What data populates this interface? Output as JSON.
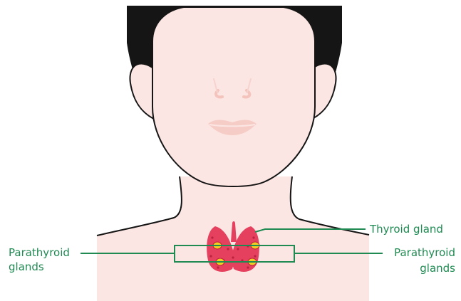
{
  "labels": {
    "thyroid": "Thyroid gland",
    "parathyroid_left_line1": "Parathyroid",
    "parathyroid_left_line2": "glands",
    "parathyroid_right_line1": "Parathyroid",
    "parathyroid_right_line2": "glands"
  },
  "colors": {
    "label_green": "#1f8a52",
    "skin": "#fce6e3",
    "skin_outline": "#151515",
    "hair": "#151515",
    "thyroid": "#e5405e",
    "parathyroid": "#f0cf23",
    "nose_lips": "#f3c3bc"
  }
}
